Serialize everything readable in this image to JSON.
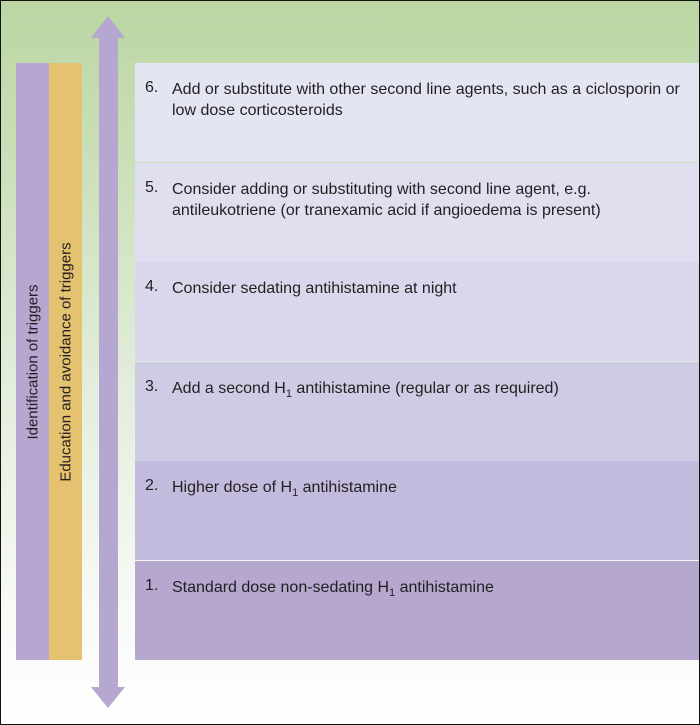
{
  "side_bars": {
    "identification": "Identification of triggers",
    "education": "Education and avoidance of triggers"
  },
  "steps": [
    {
      "num": "6.",
      "text": "Add or substitute with other second line agents, such as a ciclosporin or low dose corticosteroids",
      "color": "#e4e5f3"
    },
    {
      "num": "5.",
      "text": "Consider adding or substituting with second line agent, e.g. antileukotriene (or tranexamic acid if angioedema is present)",
      "color": "#dfdff0"
    },
    {
      "num": "4.",
      "text": "Consider sedating antihistamine at night",
      "color": "#d8d7eb"
    },
    {
      "num": "3.",
      "pre": "Add a second H",
      "sub": "1",
      "post": " antihistamine (regular or as required)",
      "color": "#cecbe5"
    },
    {
      "num": "2.",
      "pre": "Higher dose of H",
      "sub": "1",
      "post": " antihistamine",
      "color": "#c2bbdd"
    },
    {
      "num": "1.",
      "pre": "Standard dose non-sedating H",
      "sub": "1",
      "post": " antihistamine",
      "color": "#b6a7cf"
    }
  ]
}
